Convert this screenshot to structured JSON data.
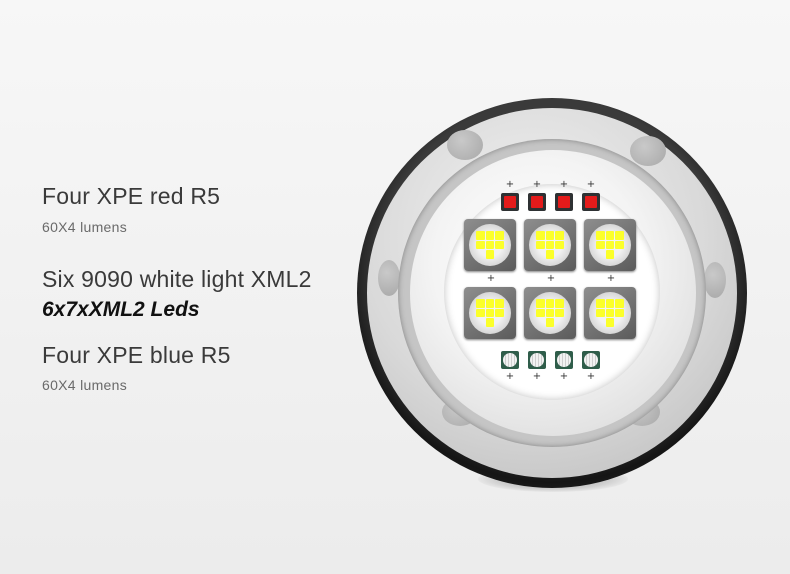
{
  "specs": [
    {
      "title": "Four XPE red R5",
      "subtitle": "60X4  lumens"
    },
    {
      "title": "Six 9090 white light XML2",
      "emphasis": "6x7xXML2 Leds"
    },
    {
      "title": "Four XPE blue R5",
      "subtitle": "60X4  lumens"
    }
  ],
  "led_counts": {
    "red_small": 4,
    "white_large": 6,
    "blue_small": 4
  },
  "colors": {
    "red_led": "#e41b1b",
    "white_led_die": "#fbff2a",
    "blue_led_board": "#2f5d4a",
    "bezel_dark": "#1a1a1a"
  }
}
